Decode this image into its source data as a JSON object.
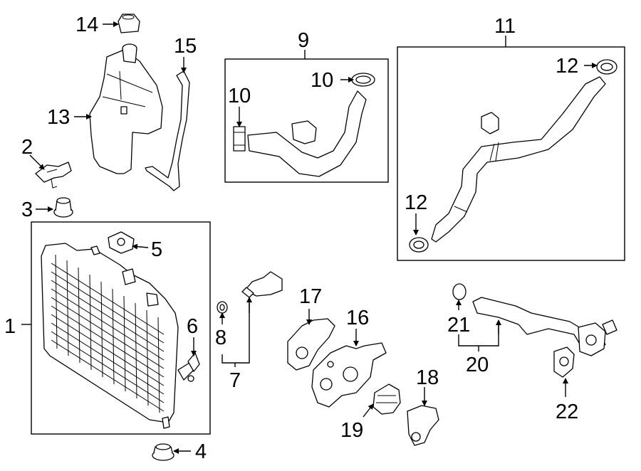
{
  "diagram": {
    "callouts": {
      "c1": "1",
      "c2": "2",
      "c3": "3",
      "c4": "4",
      "c5": "5",
      "c6": "6",
      "c7": "7",
      "c8": "8",
      "c9": "9",
      "c10a": "10",
      "c10b": "10",
      "c11": "11",
      "c12a": "12",
      "c12b": "12",
      "c13": "13",
      "c14": "14",
      "c15": "15",
      "c16": "16",
      "c17": "17",
      "c18": "18",
      "c19": "19",
      "c20": "20",
      "c21": "21",
      "c22": "22"
    }
  }
}
